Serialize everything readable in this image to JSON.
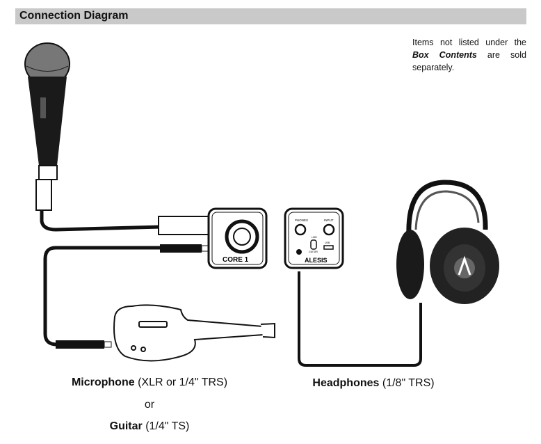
{
  "header": {
    "title": "Connection Diagram"
  },
  "note": {
    "prefix": "Items not listed under the",
    "emphasis": "Box Contents",
    "suffix": "are sold separately."
  },
  "device": {
    "front_label": "CORE 1",
    "brand": "ALESIS",
    "phones_label": "PHONES",
    "input_label": "INPUT",
    "switch_top": "LINE",
    "switch_bottom": "GUITAR",
    "usb_label": "USB"
  },
  "captions": {
    "microphone": "Microphone",
    "microphone_detail": "(XLR or 1/4\" TRS)",
    "or": "or",
    "guitar": "Guitar",
    "guitar_detail": "(1/4\" TS)",
    "headphones": "Headphones",
    "headphones_detail": "(1/8\" TRS)"
  }
}
